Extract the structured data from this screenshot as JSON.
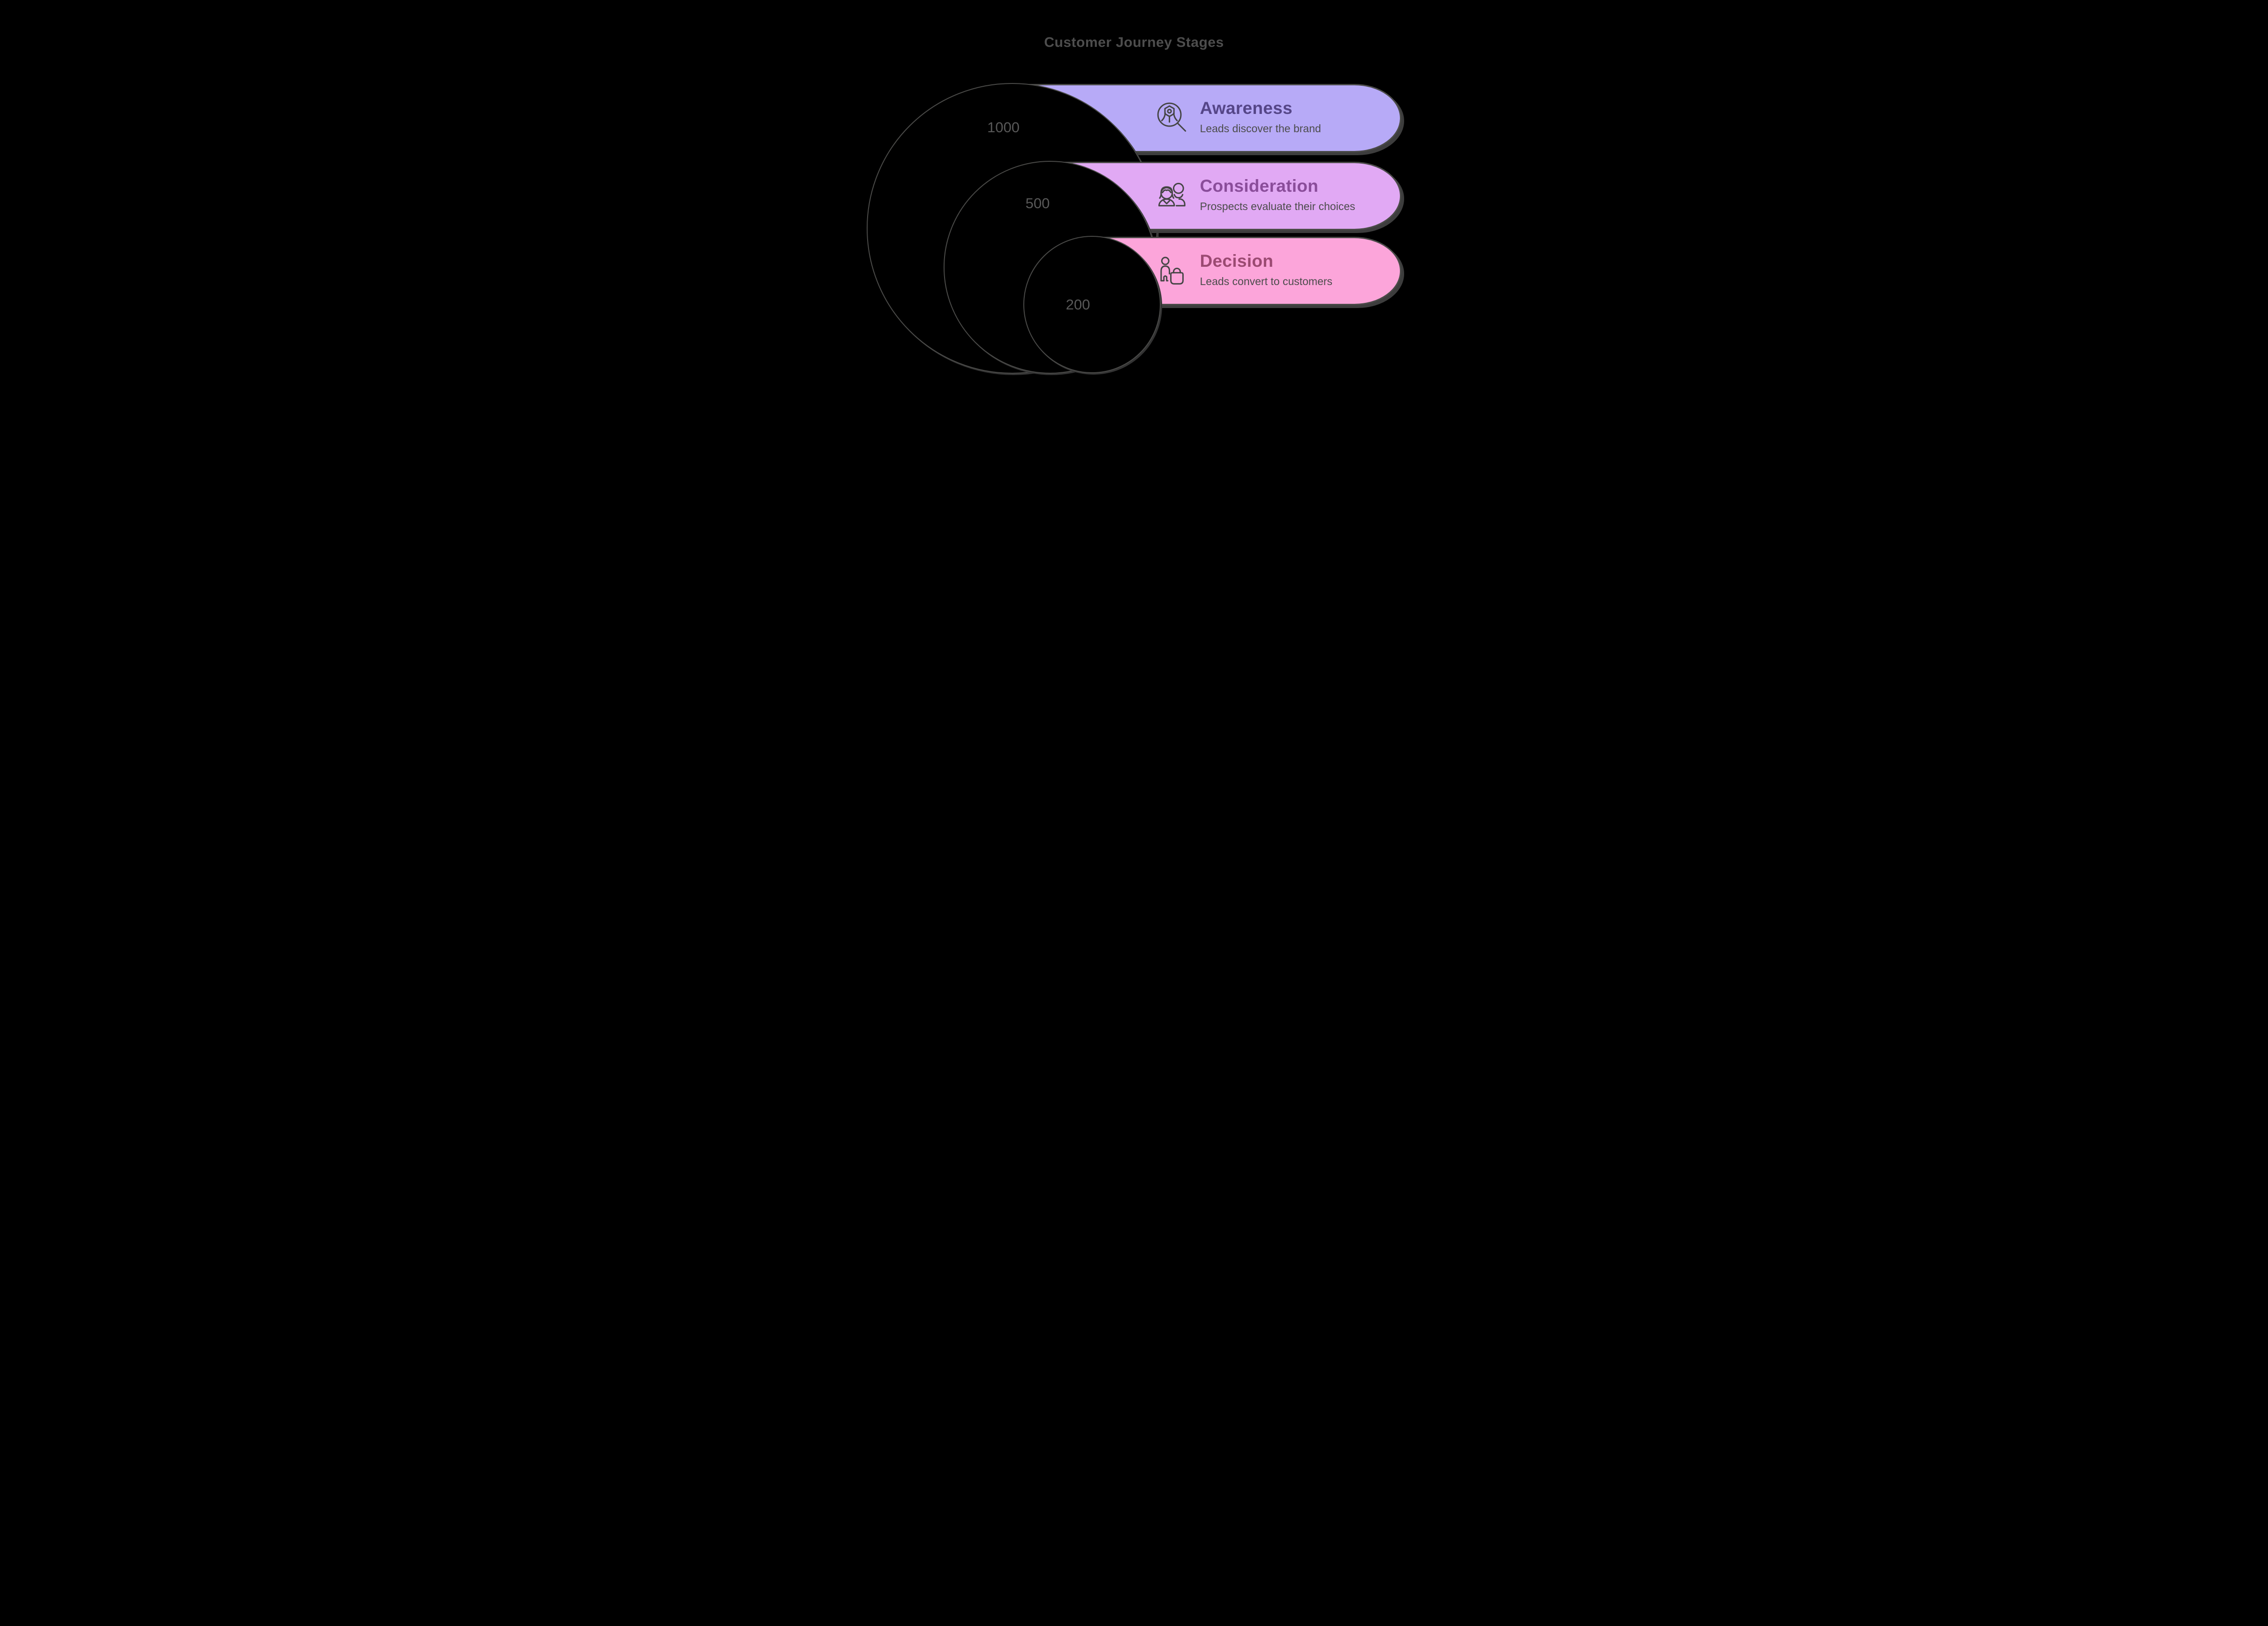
{
  "title": "Customer Journey Stages",
  "stages": [
    {
      "name": "Awareness",
      "description": "Leads discover the brand",
      "value": "1000",
      "icon": "search-person-icon",
      "bar_color": "#b7aaf7",
      "name_color": "#554688"
    },
    {
      "name": "Consideration",
      "description": "Prospects evaluate their choices",
      "value": "500",
      "icon": "people-icon",
      "bar_color": "#e1a9f4",
      "name_color": "#8a4d9a"
    },
    {
      "name": "Decision",
      "description": "Leads convert to customers",
      "value": "200",
      "icon": "person-shopping-bag-icon",
      "bar_color": "#fca5da",
      "name_color": "#9b4a72"
    }
  ],
  "colors": {
    "background": "#000000",
    "outline": "#4a4a48",
    "shadow": "#3d3d3d",
    "title_text": "#4d4d4d",
    "value_text": "#585858",
    "description_text": "#4c4c4c"
  },
  "chart_data": {
    "type": "funnel",
    "title": "Customer Journey Stages",
    "categories": [
      "Awareness",
      "Consideration",
      "Decision"
    ],
    "values": [
      1000,
      500,
      200
    ],
    "annotations": [
      "Leads discover the brand",
      "Prospects evaluate their choices",
      "Leads convert to customers"
    ],
    "legend_position": "none",
    "grid": false
  }
}
